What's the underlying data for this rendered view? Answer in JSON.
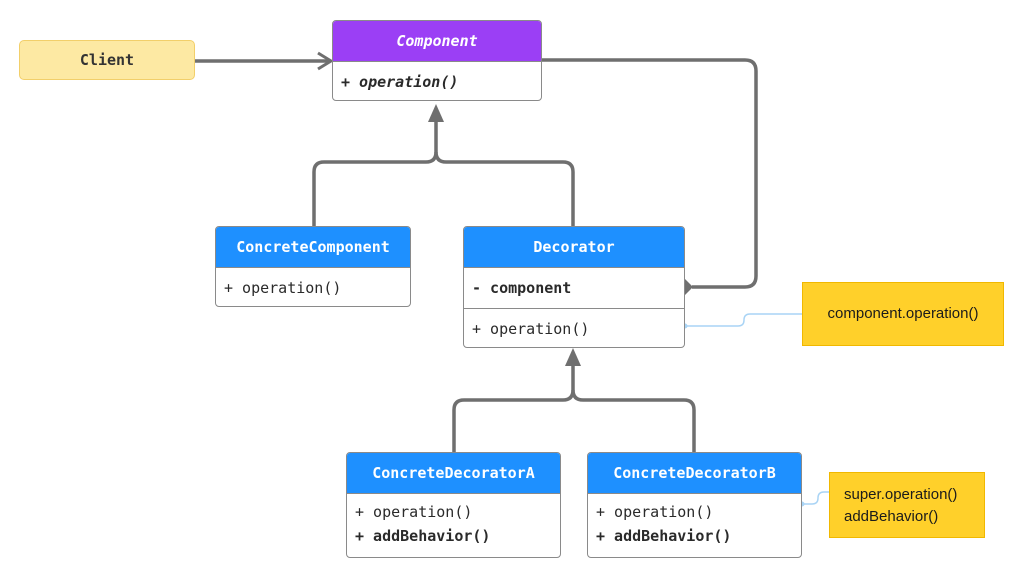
{
  "client": {
    "label": "Client"
  },
  "component": {
    "title": "Component",
    "method": "+ operation()"
  },
  "concrete_component": {
    "title": "ConcreteComponent",
    "method": "+ operation()"
  },
  "decorator": {
    "title": "Decorator",
    "field": "- component",
    "method": "+ operation()"
  },
  "concrete_decorator_a": {
    "title": "ConcreteDecoratorA",
    "method": "+ operation()",
    "extra_method": "+ addBehavior()"
  },
  "concrete_decorator_b": {
    "title": "ConcreteDecoratorB",
    "method": "+ operation()",
    "extra_method": "+ addBehavior()"
  },
  "notes": {
    "decorator_operation": "component.operation()",
    "decorator_b_lines": [
      "super.operation()",
      "addBehavior()"
    ]
  },
  "colors": {
    "class_header": "#1e90ff",
    "interface_header": "#9b3ff5",
    "client_fill": "#fde9a3",
    "note_fill": "#ffd02a",
    "connector": "#6f6f6f",
    "note_link": "#a9d4f5"
  }
}
